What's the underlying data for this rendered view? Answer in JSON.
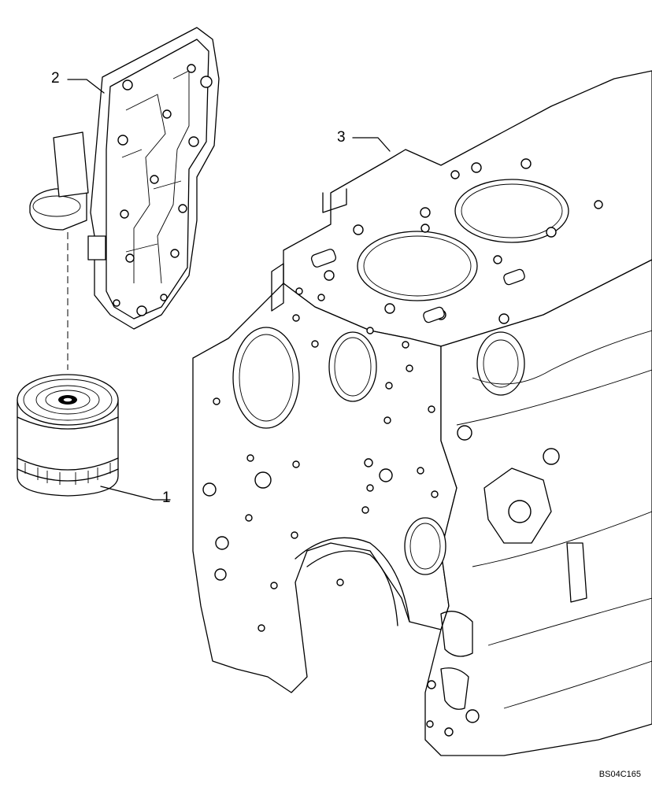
{
  "callouts": [
    {
      "id": "1",
      "label": "1"
    },
    {
      "id": "2",
      "label": "2"
    },
    {
      "id": "3",
      "label": "3"
    }
  ],
  "figure_code": "BS04C165",
  "parts": [
    {
      "callout": "1",
      "icon": "oil-filter-icon"
    },
    {
      "callout": "2",
      "icon": "filter-adapter-plate-icon"
    },
    {
      "callout": "3",
      "icon": "engine-block-icon"
    }
  ]
}
